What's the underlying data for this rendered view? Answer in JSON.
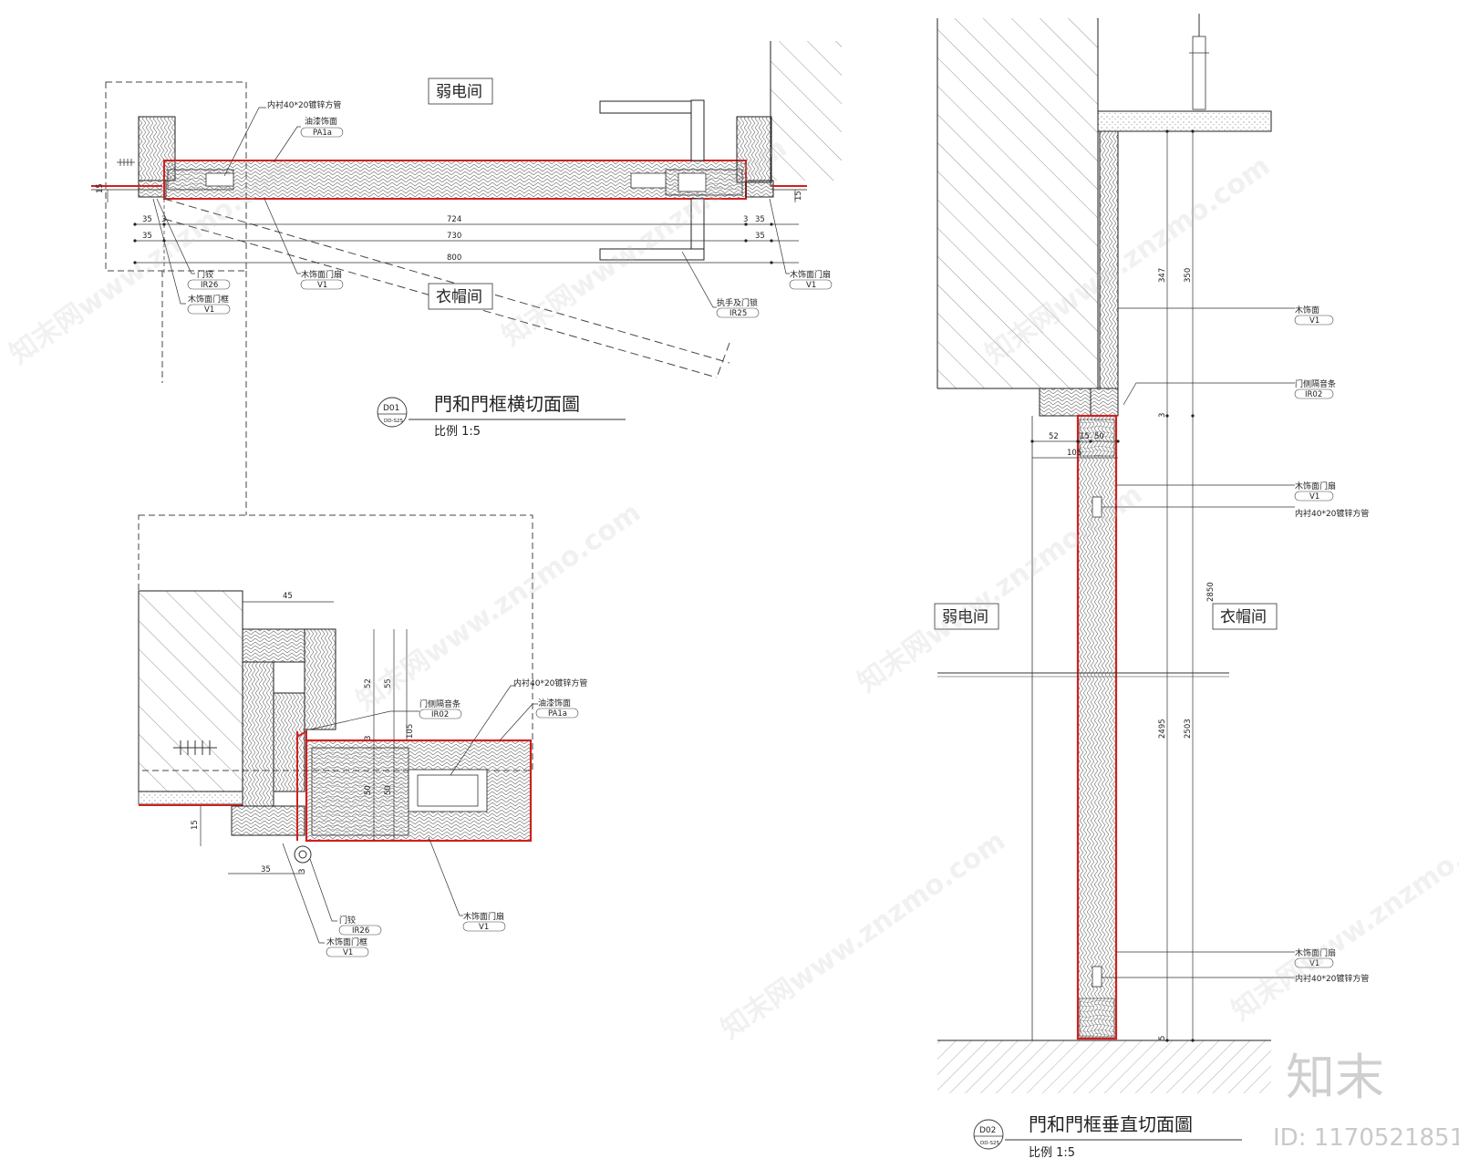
{
  "section_d01": {
    "rooms": {
      "top": "弱电间",
      "bottom": "衣帽间"
    },
    "title": "門和門框横切面圖",
    "scale": "比例 1:5",
    "bubble": {
      "id": "D01",
      "ref": "DD-S25"
    },
    "annotations": [
      {
        "label": "内衬40*20镀锌方管",
        "code": ""
      },
      {
        "label": "油漆饰面",
        "code": "PA1a"
      },
      {
        "label": "门铰",
        "code": "IR26"
      },
      {
        "label": "木饰面门框",
        "code": "V1"
      },
      {
        "label": "木饰面门扇",
        "code": "V1"
      },
      {
        "label": "木饰面门扇",
        "code": "V1"
      },
      {
        "label": "执手及门锁",
        "code": "IR25"
      }
    ],
    "dimensions": [
      "15",
      "35",
      "3",
      "724",
      "3",
      "35",
      "35",
      "730",
      "35",
      "800",
      "15"
    ]
  },
  "detail_enlarged": {
    "annotations": [
      {
        "label": "内衬40*20镀锌方管",
        "code": ""
      },
      {
        "label": "门侧隔音条",
        "code": "IR02"
      },
      {
        "label": "油漆饰面",
        "code": "PA1a"
      },
      {
        "label": "木饰面门扇",
        "code": "V1"
      },
      {
        "label": "门铰",
        "code": "IR26"
      },
      {
        "label": "木饰面门框",
        "code": "V1"
      }
    ],
    "dimensions": [
      "45",
      "52",
      "55",
      "105",
      "3",
      "50",
      "50",
      "15",
      "35",
      "3"
    ]
  },
  "section_d02": {
    "rooms": {
      "left": "弱电间",
      "right": "衣帽间"
    },
    "title": "門和門框垂直切面圖",
    "scale": "比例 1:5",
    "bubble": {
      "id": "D02",
      "ref": "DD-S25"
    },
    "annotations": [
      {
        "label": "木饰面",
        "code": "V1"
      },
      {
        "label": "门侧隔音条",
        "code": "IR02"
      },
      {
        "label": "木饰面门扇",
        "code": "V1"
      },
      {
        "label": "内衬40*20镀锌方管",
        "code": ""
      },
      {
        "label": "木饰面门扇",
        "code": "V1"
      },
      {
        "label": "内衬40*20镀锌方管",
        "code": ""
      }
    ],
    "dimensions": [
      "347",
      "350",
      "3",
      "52",
      "15",
      "50",
      "105",
      "2850",
      "2495",
      "2503",
      "5"
    ]
  },
  "branding": {
    "logo": "知末",
    "id_label": "ID: 1170521851",
    "watermark": "知末网www.znzmo.com"
  },
  "colors": {
    "line": "#1a1a1a",
    "accent_red": "#d11f1f",
    "hatch": "#555555"
  }
}
